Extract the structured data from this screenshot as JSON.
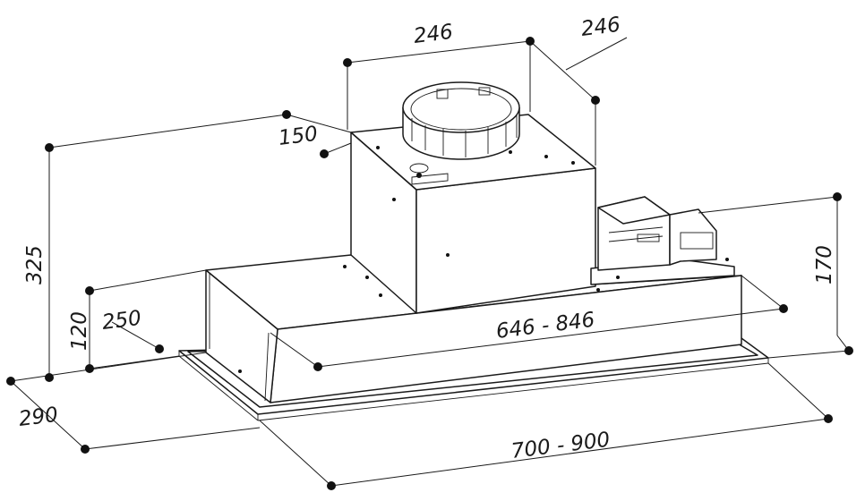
{
  "diagram": {
    "dimensions": {
      "top_width": "246",
      "top_depth": "246",
      "duct_diameter": "150",
      "total_height": "325",
      "body_height": "120",
      "body_depth": "250",
      "inner_width": "646 - 846",
      "motor_height": "170",
      "frame_depth": "290",
      "frame_width": "700 - 900"
    },
    "colors": {
      "line": "#1a1a1a",
      "marker": "#111111",
      "background": "#ffffff"
    }
  }
}
